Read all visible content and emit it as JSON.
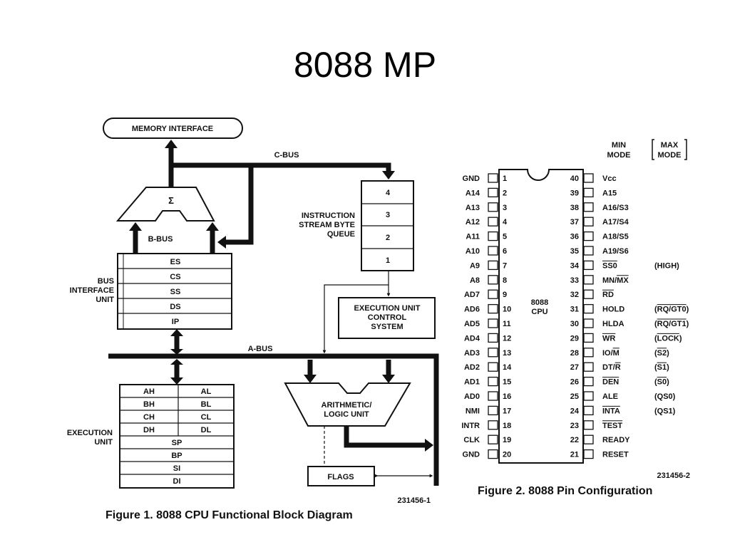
{
  "slide": {
    "title": "8088 MP"
  },
  "figure1": {
    "memory_interface": "MEMORY INTERFACE",
    "c_bus": "C-BUS",
    "b_bus": "B-BUS",
    "a_bus": "A-BUS",
    "adder": "Σ",
    "biu_label": [
      "BUS",
      "INTERFACE",
      "UNIT"
    ],
    "biu_registers": [
      "ES",
      "CS",
      "SS",
      "DS",
      "IP"
    ],
    "queue_label": [
      "INSTRUCTION",
      "STREAM BYTE",
      "QUEUE"
    ],
    "queue_slots": [
      "4",
      "3",
      "2",
      "1"
    ],
    "eu_control": [
      "EXECUTION UNIT",
      "CONTROL",
      "SYSTEM"
    ],
    "eu_label": [
      "EXECUTION",
      "UNIT"
    ],
    "eu_register_pairs": [
      [
        "AH",
        "AL"
      ],
      [
        "BH",
        "BL"
      ],
      [
        "CH",
        "CL"
      ],
      [
        "DH",
        "DL"
      ]
    ],
    "eu_registers": [
      "SP",
      "BP",
      "SI",
      "DI"
    ],
    "alu": [
      "ARITHMETIC/",
      "LOGIC UNIT"
    ],
    "flags": "FLAGS",
    "code": "231456-1",
    "caption": "Figure 1. 8088 CPU Functional Block Diagram"
  },
  "figure2": {
    "min_mode": [
      "MIN",
      "MODE"
    ],
    "max_mode": [
      "MAX",
      "MODE"
    ],
    "chip_label": [
      "8088",
      "CPU"
    ],
    "left_pins": [
      {
        "num": "1",
        "name": "GND"
      },
      {
        "num": "2",
        "name": "A14"
      },
      {
        "num": "3",
        "name": "A13"
      },
      {
        "num": "4",
        "name": "A12"
      },
      {
        "num": "5",
        "name": "A11"
      },
      {
        "num": "6",
        "name": "A10"
      },
      {
        "num": "7",
        "name": "A9"
      },
      {
        "num": "8",
        "name": "A8"
      },
      {
        "num": "9",
        "name": "AD7"
      },
      {
        "num": "10",
        "name": "AD6"
      },
      {
        "num": "11",
        "name": "AD5"
      },
      {
        "num": "12",
        "name": "AD4"
      },
      {
        "num": "13",
        "name": "AD3"
      },
      {
        "num": "14",
        "name": "AD2"
      },
      {
        "num": "15",
        "name": "AD1"
      },
      {
        "num": "16",
        "name": "AD0"
      },
      {
        "num": "17",
        "name": "NMI"
      },
      {
        "num": "18",
        "name": "INTR"
      },
      {
        "num": "19",
        "name": "CLK"
      },
      {
        "num": "20",
        "name": "GND"
      }
    ],
    "right_pins": [
      {
        "num": "40",
        "name": "Vcc",
        "max": ""
      },
      {
        "num": "39",
        "name": "A15",
        "max": ""
      },
      {
        "num": "38",
        "name": "A16/S3",
        "max": ""
      },
      {
        "num": "37",
        "name": "A17/S4",
        "max": ""
      },
      {
        "num": "36",
        "name": "A18/S5",
        "max": ""
      },
      {
        "num": "35",
        "name": "A19/S6",
        "max": ""
      },
      {
        "num": "34",
        "name": "SS0",
        "bar": [
          0,
          3
        ],
        "max": "(HIGH)"
      },
      {
        "num": "33",
        "name": "MN/MX",
        "bar": [
          3,
          5
        ],
        "max": ""
      },
      {
        "num": "32",
        "name": "RD",
        "bar": [
          0,
          2
        ],
        "max": ""
      },
      {
        "num": "31",
        "name": "HOLD",
        "max": "(RQ/GT0)",
        "maxbar": [
          1,
          7
        ]
      },
      {
        "num": "30",
        "name": "HLDA",
        "max": "(RQ/GT1)",
        "maxbar": [
          1,
          7
        ]
      },
      {
        "num": "29",
        "name": "WR",
        "bar": [
          0,
          2
        ],
        "max": "(LOCK)",
        "maxbar": [
          1,
          5
        ]
      },
      {
        "num": "28",
        "name": "IO/M",
        "bar": [
          3,
          4
        ],
        "max": "(S2)",
        "maxbar": [
          1,
          3
        ]
      },
      {
        "num": "27",
        "name": "DT/R",
        "bar": [
          3,
          4
        ],
        "max": "(S1)",
        "maxbar": [
          1,
          3
        ]
      },
      {
        "num": "26",
        "name": "DEN",
        "bar": [
          0,
          3
        ],
        "max": "(S0)",
        "maxbar": [
          1,
          3
        ]
      },
      {
        "num": "25",
        "name": "ALE",
        "max": "(QS0)"
      },
      {
        "num": "24",
        "name": "INTA",
        "bar": [
          0,
          4
        ],
        "max": "(QS1)"
      },
      {
        "num": "23",
        "name": "TEST",
        "bar": [
          0,
          4
        ],
        "max": ""
      },
      {
        "num": "22",
        "name": "READY",
        "max": ""
      },
      {
        "num": "21",
        "name": "RESET",
        "max": ""
      }
    ],
    "code": "231456-2",
    "caption": "Figure 2. 8088 Pin Configuration"
  }
}
